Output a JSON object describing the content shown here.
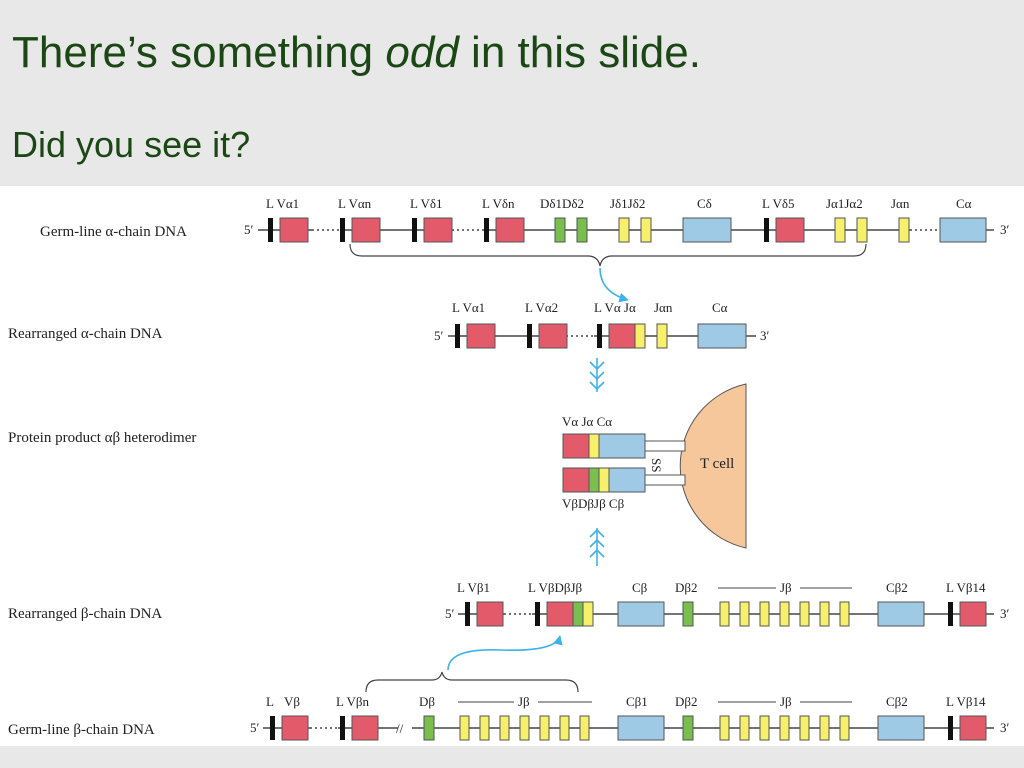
{
  "slide": {
    "title_prefix": "There’s something ",
    "title_emph": "odd",
    "title_suffix": " in this slide.",
    "subtitle": "Did you see it?"
  },
  "rows": {
    "germ_alpha": "Germ-line α-chain DNA",
    "rearr_alpha": "Rearranged α-chain DNA",
    "protein": "Protein product αβ heterodimer",
    "rearr_beta": "Rearranged β-chain DNA",
    "germ_beta": "Germ-line β-chain DNA"
  },
  "ends": {
    "five": "5′",
    "three": "3′"
  },
  "labels": {
    "ga_lva1": "L Vα1",
    "ga_lvan": "L Vαn",
    "ga_lvd1": "L Vδ1",
    "ga_lvdn": "L Vδn",
    "ga_dd": "Dδ1Dδ2",
    "ga_jd": "Jδ1Jδ2",
    "ga_cd": "Cδ",
    "ga_lvd5": "L Vδ5",
    "ga_ja": "Jα1Jα2",
    "ga_jan": "Jαn",
    "ga_ca": "Cα",
    "ra_lva1": "L Vα1",
    "ra_lva2": "L Vα2",
    "ra_lvaja": "L Vα Jα",
    "ra_jan": "Jαn",
    "ra_ca": "Cα",
    "pa_top": "Vα Jα  Cα",
    "pa_bot": "VβDβJβ Cβ",
    "ss": "SS",
    "tcell": "T cell",
    "rb_lvb1": "L Vβ1",
    "rb_lvbdbjb": "L VβDβJβ",
    "rb_cb": "Cβ",
    "rb_db2": "Dβ2",
    "rb_jb": "Jβ",
    "rb_cb2": "Cβ2",
    "rb_lvb14": "L Vβ14",
    "gb_l": "L",
    "gb_vb": "Vβ",
    "gb_lvbn": "L Vβn",
    "gb_db": "Dβ",
    "gb_jb": "Jβ",
    "gb_cb1": "Cβ1",
    "gb_db2": "Dβ2",
    "gb_jb2": "Jβ",
    "gb_cb2": "Cβ2",
    "gb_lvb14": "L Vβ14"
  },
  "colors": {
    "v_segment": "#e35b6a",
    "d_segment": "#79bf4d",
    "j_segment": "#f6f06a",
    "c_segment": "#9fcae6",
    "t_cell": "#f6c79a",
    "arrow": "#3db2e8",
    "title": "#1a4714"
  }
}
